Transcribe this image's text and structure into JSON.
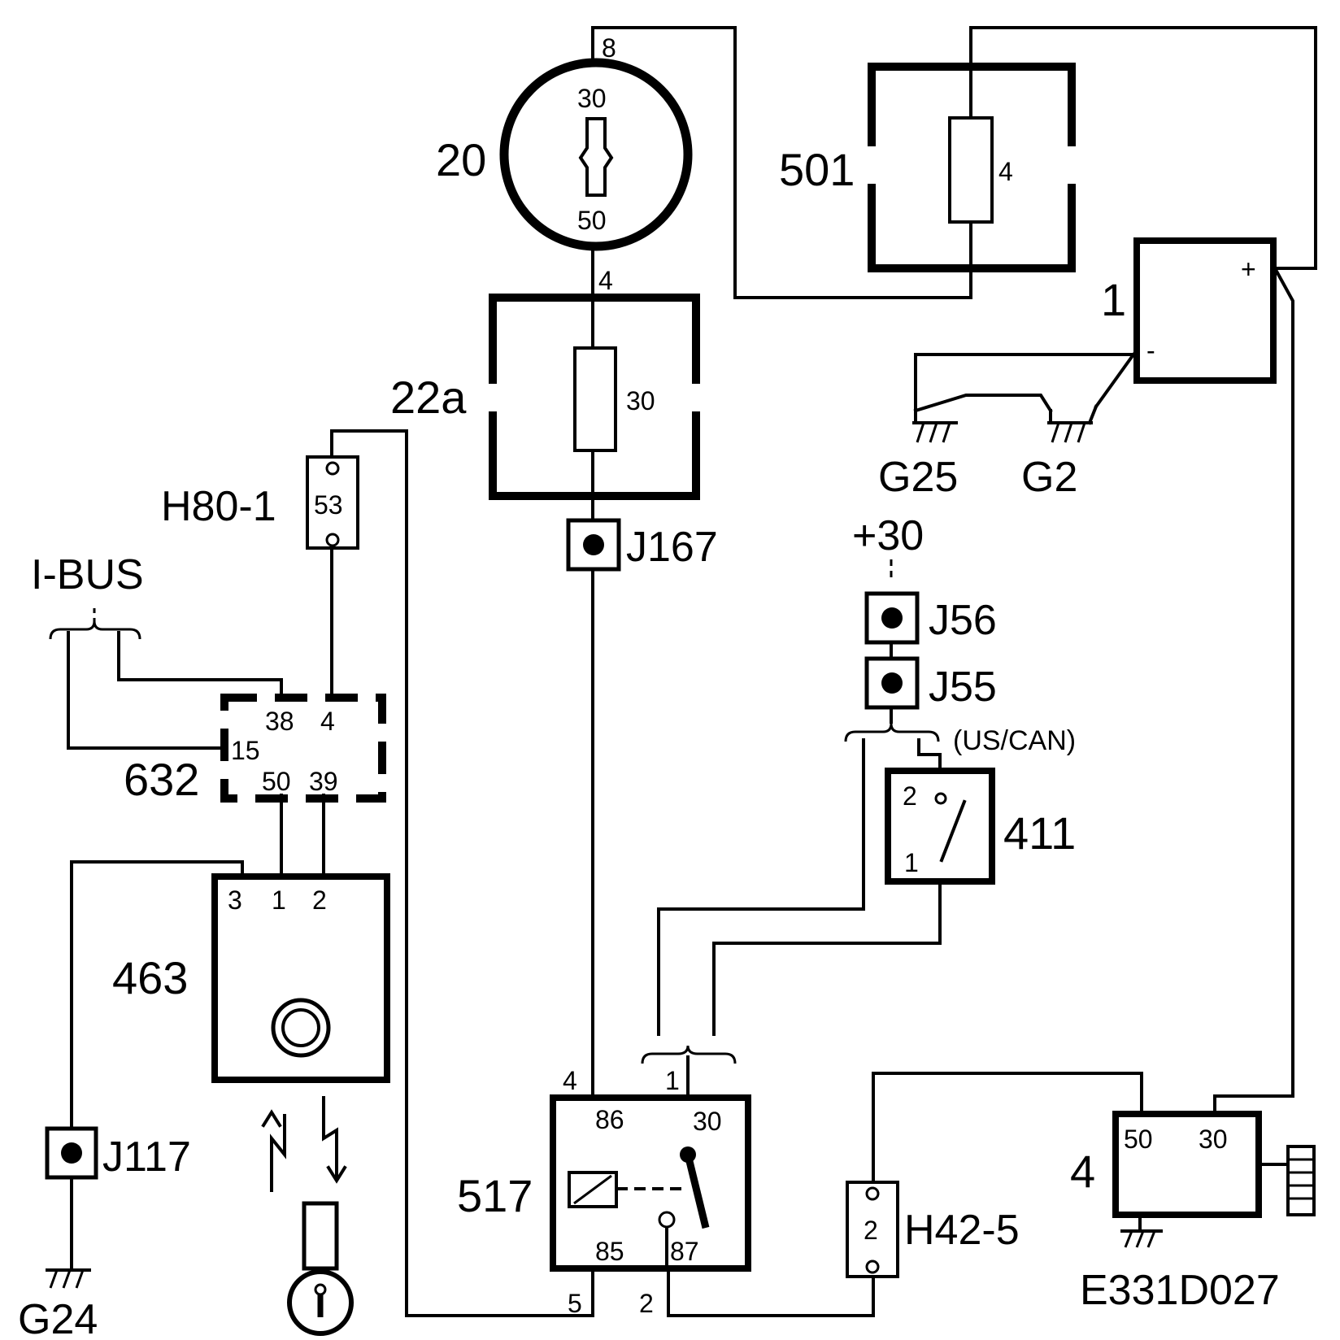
{
  "components": {
    "ignition_switch": {
      "label": "20",
      "pin_top": "30",
      "pin_bottom": "50",
      "wire_top": "8",
      "wire_bottom": "4"
    },
    "fuse_22a": {
      "label": "22a",
      "rating": "30"
    },
    "fuse_501": {
      "label": "501",
      "rating": "4"
    },
    "battery": {
      "label": "1",
      "plus": "+",
      "minus": "-"
    },
    "ground_g25": {
      "label": "G25"
    },
    "ground_g2": {
      "label": "G2"
    },
    "ground_g24": {
      "label": "G24"
    },
    "splice_j167": {
      "label": "J167"
    },
    "splice_j56": {
      "label": "J56"
    },
    "splice_j55": {
      "label": "J55"
    },
    "splice_j117": {
      "label": "J117"
    },
    "supply": {
      "label": "+30"
    },
    "us_can": {
      "label": "(US/CAN)"
    },
    "connector_h80": {
      "label": "H80-1",
      "pin": "53"
    },
    "connector_h42": {
      "label": "H42-5",
      "pin": "2"
    },
    "ibus": {
      "label": "I-BUS"
    },
    "module_632": {
      "label": "632",
      "pins": [
        "38",
        "4",
        "15",
        "50",
        "39"
      ]
    },
    "module_463": {
      "label": "463",
      "pins": [
        "3",
        "1",
        "2"
      ]
    },
    "switch_411": {
      "label": "411",
      "pin_top": "2",
      "pin_bottom": "1"
    },
    "relay_517": {
      "label": "517",
      "wire_top_left": "4",
      "wire_top_right": "1",
      "wire_bottom_left": "5",
      "wire_bottom_right": "2",
      "pin_86": "86",
      "pin_30": "30",
      "pin_85": "85",
      "pin_87": "87"
    },
    "starter_4": {
      "label": "4",
      "pin_50": "50",
      "pin_30": "30"
    }
  },
  "diagram_id": "E331D027"
}
